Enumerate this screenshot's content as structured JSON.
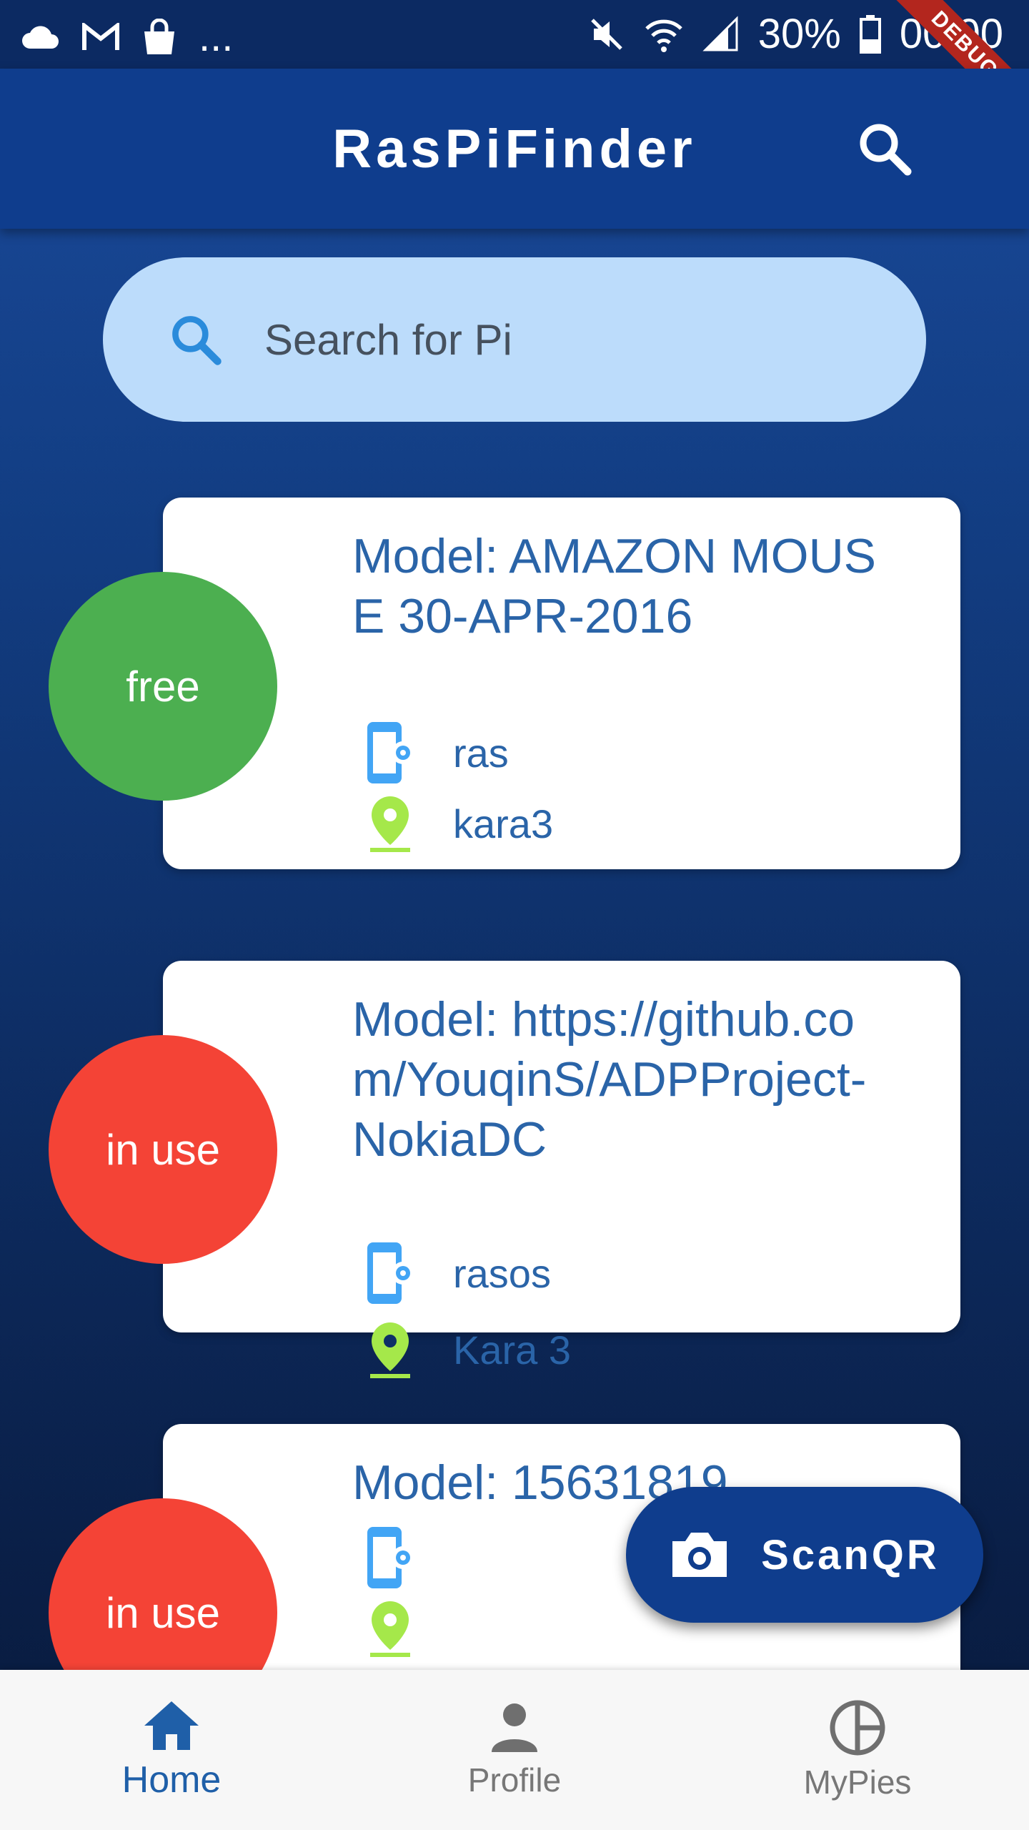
{
  "status_bar": {
    "overflow": "...",
    "battery": "30%",
    "time": "00:00",
    "debug": "DEBUG"
  },
  "app_bar": {
    "title": "RasPiFinder"
  },
  "search": {
    "placeholder": "Search for Pi"
  },
  "cards": [
    {
      "status": "free",
      "model": "Model: AMAZON MOUSE 30-APR-2016",
      "device": "ras",
      "location": "kara3"
    },
    {
      "status": "in use",
      "model": "Model: https://github.com/YouqinS/ADPProject-NokiaDC",
      "device": "rasos",
      "location": "Kara 3"
    },
    {
      "status": "in use",
      "model": "Model: 15631819",
      "device": "",
      "location": ""
    }
  ],
  "fab": {
    "label": "ScanQR"
  },
  "bottom_nav": {
    "items": [
      {
        "label": "Home"
      },
      {
        "label": "Profile"
      },
      {
        "label": "MyPies"
      }
    ]
  },
  "colors": {
    "primary": "#0f3d8d",
    "free": "#4caf50",
    "in_use": "#f44336",
    "search_bg": "#bcdcfb",
    "text_blue": "#2a64a8",
    "device_icon": "#42a5f5",
    "location_icon": "#a5e84a"
  }
}
